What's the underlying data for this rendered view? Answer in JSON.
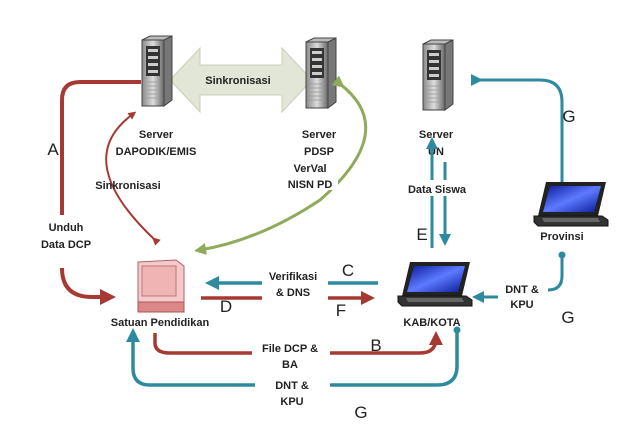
{
  "colors": {
    "red": "#a63a32",
    "teal": "#2e8a9e",
    "green": "#8faa5a",
    "sync_arrow": "#e2e6d6"
  },
  "nodes": {
    "dapodik": {
      "line1": "Server",
      "line2": "DAPODIK/EMIS",
      "icon": "server-icon"
    },
    "pdsp": {
      "line1": "Server",
      "line2": "PDSP",
      "icon": "server-icon"
    },
    "un": {
      "line1": "Server",
      "line2": "UN",
      "icon": "server-icon"
    },
    "provinsi": {
      "label": "Provinsi",
      "icon": "laptop-icon"
    },
    "kabkota": {
      "label": "KAB/KOTA",
      "icon": "laptop-icon"
    },
    "satuan": {
      "label": "Satuan Pendidikan",
      "icon": "desktop-computer-icon"
    }
  },
  "edges": {
    "sync_top": "Sinkronisasi",
    "sync_left": "Sinkronisasi",
    "verval": {
      "line1": "VerVal",
      "line2": "NISN PD"
    },
    "unduh": {
      "line1": "Unduh",
      "line2": "Data DCP",
      "letter": "A"
    },
    "data_siswa": {
      "label": "Data Siswa",
      "letter": "E"
    },
    "verifikasi": {
      "line1": "Verifikasi",
      "line2": "& DNS",
      "letter_c": "C",
      "letter_d": "D",
      "letter_f": "F"
    },
    "file_dcp": {
      "line1": "File DCP &",
      "line2": "BA",
      "letter": "B"
    },
    "dnt_bottom": {
      "line1": "DNT &",
      "line2": "KPU",
      "letter": "G"
    },
    "dnt_right": {
      "line1": "DNT &",
      "line2": "KPU",
      "letter": "G"
    },
    "un_provinsi": {
      "letter": "G"
    }
  }
}
